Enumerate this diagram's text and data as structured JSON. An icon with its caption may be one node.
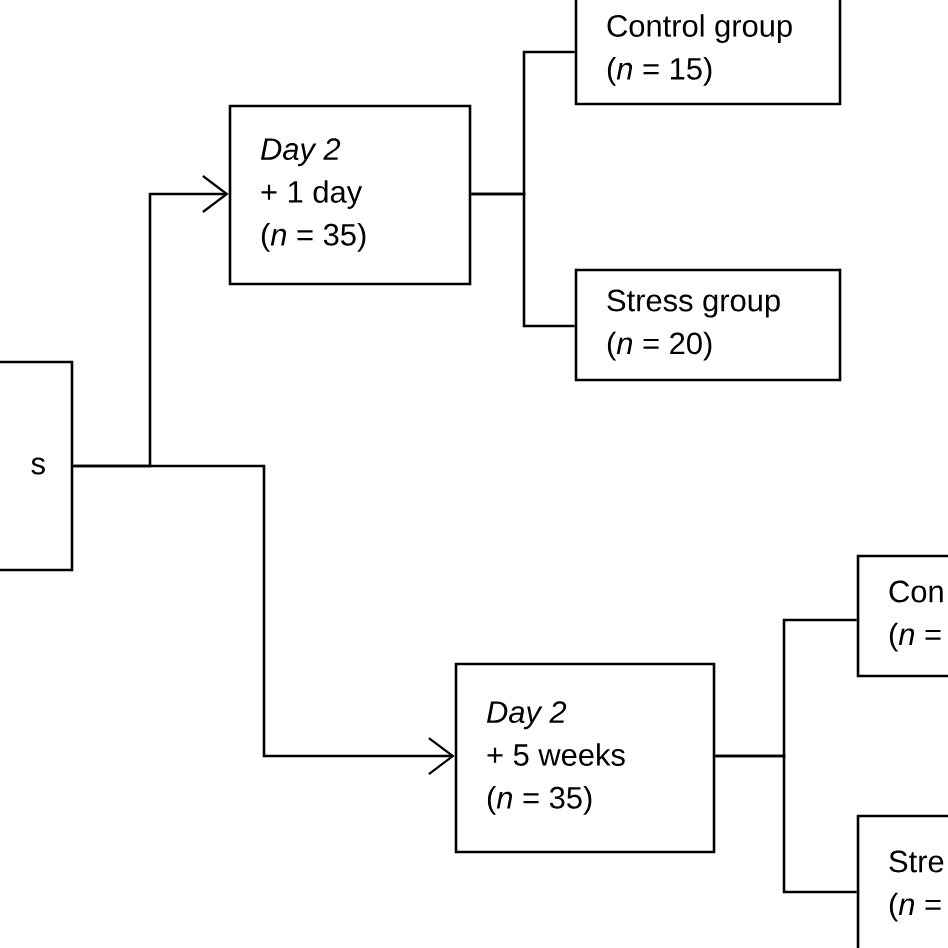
{
  "diagram": {
    "nodes": [
      {
        "text": [
          "s"
        ]
      },
      {
        "text": [
          "Day 2",
          "+ 1 day",
          "(*n* = 35)"
        ]
      },
      {
        "text": [
          "Control group",
          "(*n* = 15)"
        ]
      },
      {
        "text": [
          "Stress group",
          "(*n* = 20)"
        ]
      },
      {
        "text": [
          "Day 2",
          "+ 5 weeks",
          "(*n* = 35)"
        ]
      },
      {
        "text": [
          "Con",
          "(*n* ="
        ]
      },
      {
        "text": [
          "Stre",
          "(*n* ="
        ]
      }
    ],
    "edges": [
      {
        "from": 0,
        "to": 1,
        "arrow": "to"
      },
      {
        "from": 0,
        "to": 4,
        "arrow": "to"
      },
      {
        "from": 1,
        "to": 2,
        "arrow": "none"
      },
      {
        "from": 1,
        "to": 3,
        "arrow": "none"
      },
      {
        "from": 4,
        "to": 5,
        "arrow": "none"
      },
      {
        "from": 4,
        "to": 6,
        "arrow": "none"
      }
    ]
  }
}
